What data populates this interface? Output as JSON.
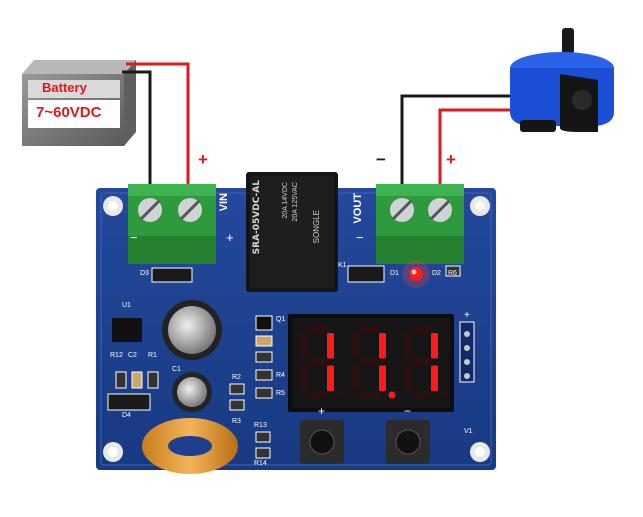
{
  "battery": {
    "title": "Battery",
    "voltage": "7~60VDC"
  },
  "wire_signs": {
    "battery_plus": "+",
    "pump_minus": "−",
    "pump_plus": "+"
  },
  "board": {
    "input_label": "VIN",
    "output_label": "VOUT",
    "input_minus": "−",
    "input_plus": "+",
    "output_minus": "−",
    "output_plus": "+",
    "relay_model": "SRA-05VDC-AL",
    "relay_rating_1": "20A 14VDC",
    "relay_rating_2": "20A 125VAC",
    "relay_brand": "SONGLE",
    "display_value": "11.1",
    "designators": {
      "d3": "D3",
      "u1": "U1",
      "r12": "R12",
      "c2": "C2",
      "r1": "R1",
      "d4": "D4",
      "c1": "C1",
      "r2": "R2",
      "r3": "R3",
      "q1": "Q1",
      "r4": "R4",
      "r5": "R5",
      "r13": "R13",
      "r14": "R14",
      "d1": "D1",
      "d2": "D2",
      "r6": "R6",
      "v1": "V1",
      "k1": "K1"
    },
    "button_up": "+",
    "button_down": "−",
    "header_plus": "+"
  },
  "colors": {
    "pcb": "#1c3f8f",
    "terminal": "#2e9a3e",
    "wire_red": "#e0181b",
    "wire_black": "#1a1a1a",
    "segment_on": "#ff1a1a",
    "pump_blue": "#1a4fd6"
  }
}
